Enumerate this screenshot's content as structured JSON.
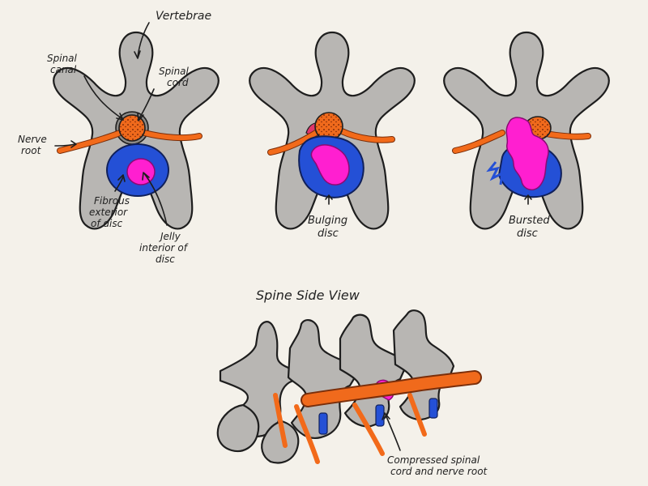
{
  "labels": {
    "vertebrae": "Vertebrae",
    "spinal_canal_1": "Spinal",
    "spinal_canal_2": "canal",
    "spinal_cord_1": "Spinal",
    "spinal_cord_2": "cord",
    "nerve_root_1": "Nerve",
    "nerve_root_2": "root",
    "fibrous_1": "Fibrous",
    "fibrous_2": "exterior",
    "fibrous_3": "of disc",
    "jelly_1": "Jelly",
    "jelly_2": "interior of",
    "jelly_3": "disc",
    "bulging_1": "Bulging",
    "bulging_2": "disc",
    "bursted_1": "Bursted",
    "bursted_2": "disc",
    "side_title": "Spine Side View",
    "compressed_1": "Compressed spinal",
    "compressed_2": "cord and nerve root"
  },
  "colors": {
    "vertebra": "#b8b6b3",
    "spinal_cord": "#f06a1c",
    "disc_exterior": "#2450d6",
    "disc_interior": "#ff1fd0",
    "paper": "#f4f1ea"
  }
}
